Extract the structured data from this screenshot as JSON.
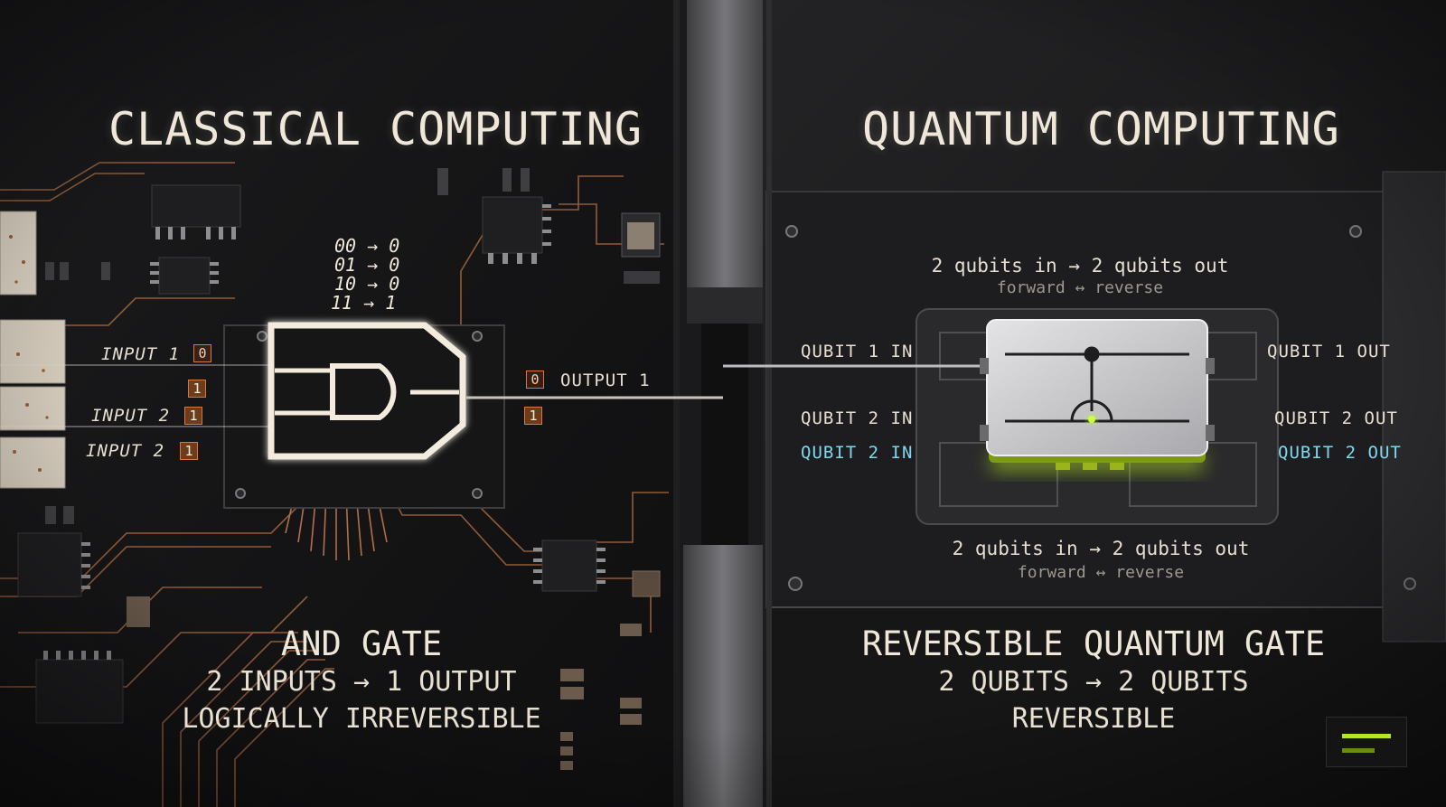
{
  "classical": {
    "title": "CLASSICAL COMPUTING",
    "truth_table": [
      "00 → 0",
      "01 → 0",
      "10 → 0",
      "11 → 1"
    ],
    "inputs": [
      {
        "label": "INPUT 1",
        "bit": "0"
      },
      {
        "label": "INPUT 2",
        "bit": "1"
      },
      {
        "label": "INPUT 2",
        "bit": "1"
      }
    ],
    "extra_bit": "1",
    "output": {
      "label": "OUTPUT 1",
      "bit": "0",
      "bit2": "1"
    },
    "gate_name": "AND GATE",
    "gate_io": "2 INPUTS → 1 OUTPUT",
    "gate_property": "LOGICALLY IRREVERSIBLE"
  },
  "quantum": {
    "title": "QUANTUM COMPUTING",
    "note_top": "2 qubits in → 2 qubits out",
    "note_top_sub": "forward ↔ reverse",
    "note_bottom": "2 qubits in → 2 qubits out",
    "note_bottom_sub": "forward ↔ reverse",
    "inputs": [
      "QUBIT 1 IN",
      "QUBIT 2 IN",
      "QUBIT 2 IN"
    ],
    "outputs": [
      "QUBIT 1 OUT",
      "QUBIT 2 OUT",
      "QUBIT 2 OUT"
    ],
    "gate_name": "REVERSIBLE QUANTUM GATE",
    "gate_io": "2 QUBITS → 2 QUBITS",
    "gate_property": "REVERSIBLE"
  },
  "colors": {
    "accent_lime": "#b6e61f",
    "purple_line": "#b57bff",
    "cyan_line": "#4fd3ff",
    "copper_trace": "#b0704a",
    "badge_orange": "#d9773c"
  },
  "icons": [
    "and-gate-icon",
    "cnot-gate-icon",
    "brand-logo-icon"
  ]
}
